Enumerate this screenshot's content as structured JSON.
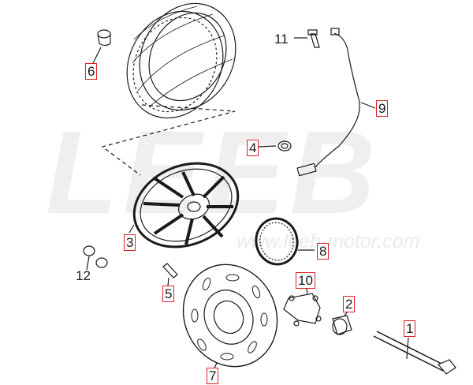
{
  "watermark": {
    "brand": "LEEB",
    "url": "www.leeb-motor.com"
  },
  "callouts": [
    {
      "id": "1",
      "label": "1",
      "part": "axle-bolt",
      "boxed": true
    },
    {
      "id": "2",
      "label": "2",
      "part": "spacer",
      "boxed": true
    },
    {
      "id": "3",
      "label": "3",
      "part": "rim",
      "boxed": true
    },
    {
      "id": "4",
      "label": "4",
      "part": "grommet",
      "boxed": true
    },
    {
      "id": "5",
      "label": "5",
      "part": "valve",
      "boxed": true
    },
    {
      "id": "6",
      "label": "6",
      "part": "valve-cap",
      "boxed": true
    },
    {
      "id": "7",
      "label": "7",
      "part": "brake-disc",
      "boxed": true
    },
    {
      "id": "8",
      "label": "8",
      "part": "abs-ring",
      "boxed": true
    },
    {
      "id": "9",
      "label": "9",
      "part": "abs-sensor",
      "boxed": true
    },
    {
      "id": "10",
      "label": "10",
      "part": "bracket",
      "boxed": true
    },
    {
      "id": "11",
      "label": "11",
      "part": "bolt",
      "boxed": false
    },
    {
      "id": "12",
      "label": "12",
      "part": "bearings",
      "boxed": false
    }
  ],
  "colors": {
    "line": "#1a1a1a",
    "box": "#dd2222",
    "watermark": "#eeeeee"
  }
}
